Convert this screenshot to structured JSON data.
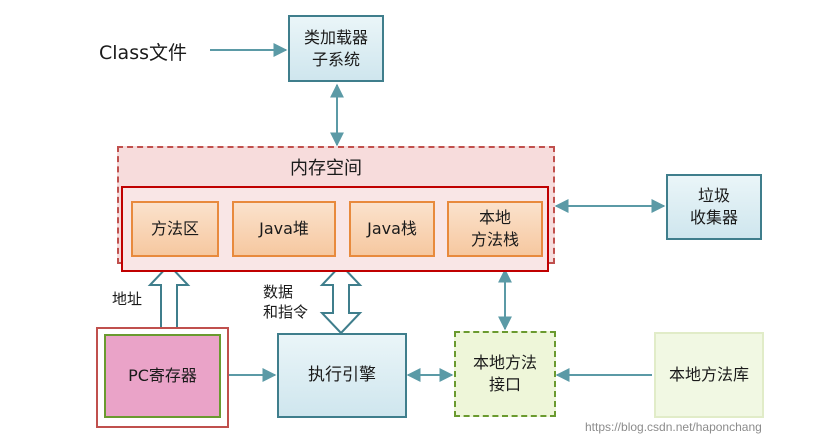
{
  "class_file_label": "Class文件",
  "class_loader_label": "类加载器\n子系统",
  "memory_area": {
    "title": "内存空间",
    "items": [
      {
        "label": "方法区"
      },
      {
        "label": "Java堆"
      },
      {
        "label": "Java栈"
      },
      {
        "label": "本地\n方法栈"
      }
    ]
  },
  "gc_label": "垃圾\n收集器",
  "address_label": "地址",
  "data_instr_label": "数据\n和指令",
  "pc_register_label": "PC寄存器",
  "execution_engine_label": "执行引擎",
  "native_interface_label": "本地方法\n接口",
  "native_library_label": "本地方法库",
  "watermark": "https://blog.csdn.net/haponchang",
  "colors": {
    "blue_border": "#3f7e8c",
    "blue_fill": "#d7ebf1",
    "orange_border": "#e88a3d",
    "orange_fill": "#f8d2b0",
    "memory_outer_border": "#c0504d",
    "memory_inner_border": "#c00000",
    "pink_fill": "#eaa3c8",
    "green_border": "#6a9a2f",
    "green_fill": "#eef6d9",
    "arrow": "#5b9aa6"
  }
}
